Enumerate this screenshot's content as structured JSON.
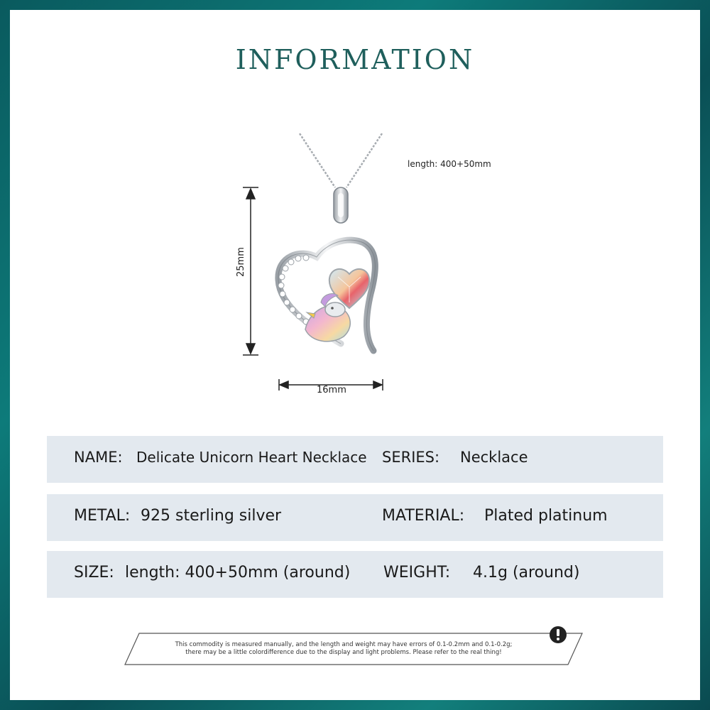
{
  "title": "INFORMATION",
  "dimensions": {
    "chain_length": "length: 400+50mm",
    "height": "25mm",
    "width": "16mm"
  },
  "specs": {
    "name_label": "NAME:",
    "name_value": "Delicate Unicorn Heart Necklace",
    "series_label": "SERIES:",
    "series_value": "Necklace",
    "metal_label": "METAL:",
    "metal_value": "925 sterling silver",
    "material_label": "MATERIAL:",
    "material_value": "Plated platinum",
    "size_label": "SIZE:",
    "size_value": "length: 400+50mm (around)",
    "weight_label": "WEIGHT:",
    "weight_value": "4.1g (around)"
  },
  "notice": {
    "line1": "This commodity is measured manually, and the length and weight may have errors of 0.1-0.2mm and 0.1-0.2g;",
    "line2": "there may be a little colordifference due to the display and light problems. Please refer to the real thing!",
    "icon": "exclamation-icon"
  },
  "colors": {
    "title": "#1f5f5c",
    "row_bg": "#e3e9ef",
    "background_teal": "#0d7b7a"
  }
}
